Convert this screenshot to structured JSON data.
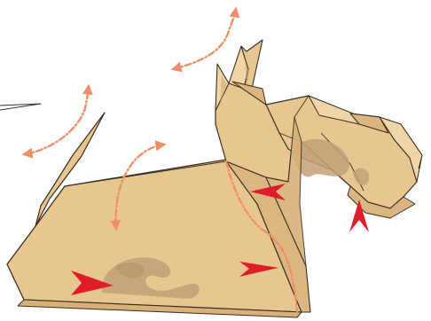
{
  "diagram": {
    "subject": "origami-scottish-terrier-fold-step",
    "colors": {
      "paper": "#e8c690",
      "paper_light": "#f0d6a6",
      "paper_shadow": "#c9a06a",
      "pattern": "#c2a078",
      "outline": "#3a2e22",
      "fold_arrow": "#ef8f6a",
      "push_arrow": "#e01d2a",
      "background": "#ffffff"
    },
    "icons": [
      "mountain-fold-arrow",
      "valley-fold-arrow",
      "push-arrow",
      "zoom-callout-line"
    ]
  }
}
